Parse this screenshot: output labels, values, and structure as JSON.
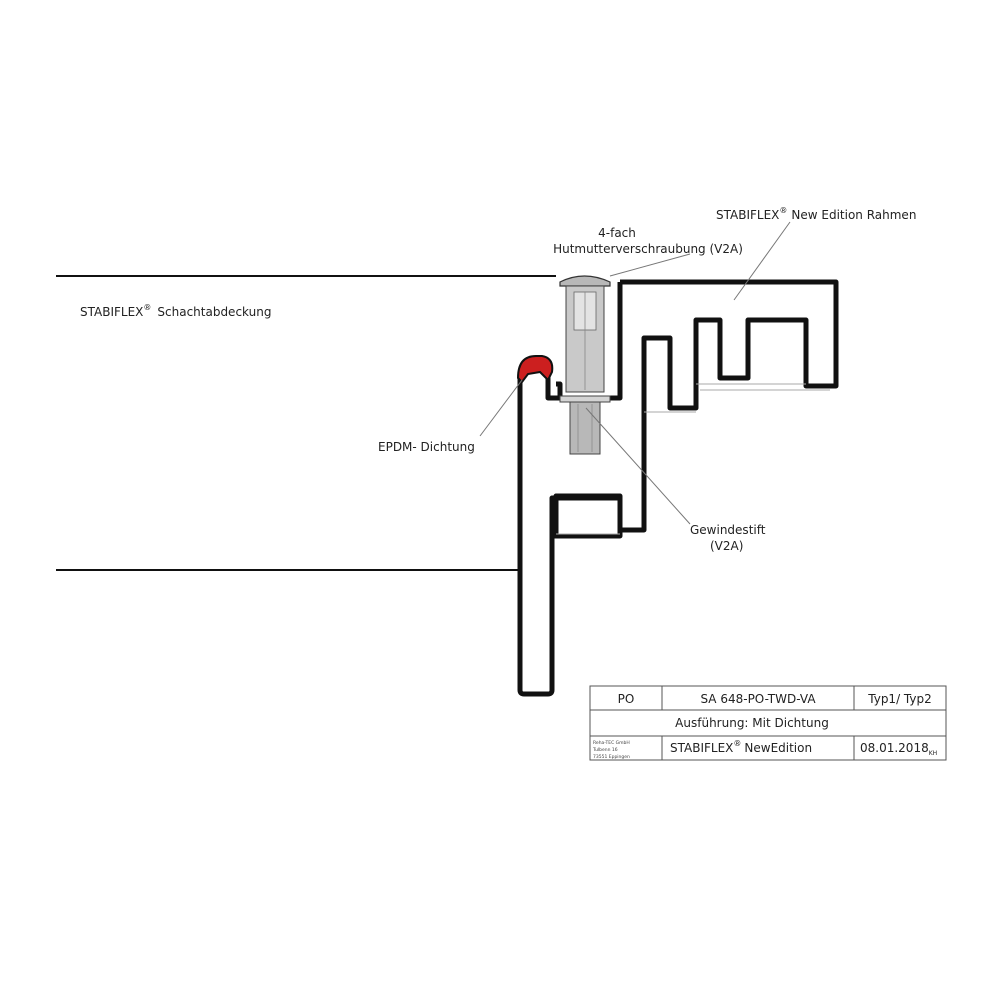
{
  "labels": {
    "cover_brand": "STABIFLEX",
    "cover_text": "Schachtabdeckung",
    "frame_brand": "STABIFLEX",
    "frame_text": "New Edition Rahmen",
    "screw_line1": "4-fach",
    "screw_line2": "Hutmutterverschraubung (V2A)",
    "gasket": "EPDM- Dichtung",
    "pin_line1": "Gewindestift",
    "pin_line2": "(V2A)",
    "registered": "®"
  },
  "title_block": {
    "po": "PO",
    "code": "SA 648-PO-TWD-VA",
    "type": "Typ1/ Typ2",
    "execution": "Ausführung:  Mit Dichtung",
    "company_line1": "Reha-TEC GmbH",
    "company_line2": "Tulbenn 16",
    "company_line3": "73551 Eppingen",
    "product_brand": "STABIFLEX",
    "product_text": "NewEdition",
    "date": "08.01.2018",
    "initials": "KH"
  },
  "colors": {
    "outline": "#111111",
    "gasket": "#cc1f1f",
    "screw": "#b8b8b8",
    "leader": "#777777"
  }
}
